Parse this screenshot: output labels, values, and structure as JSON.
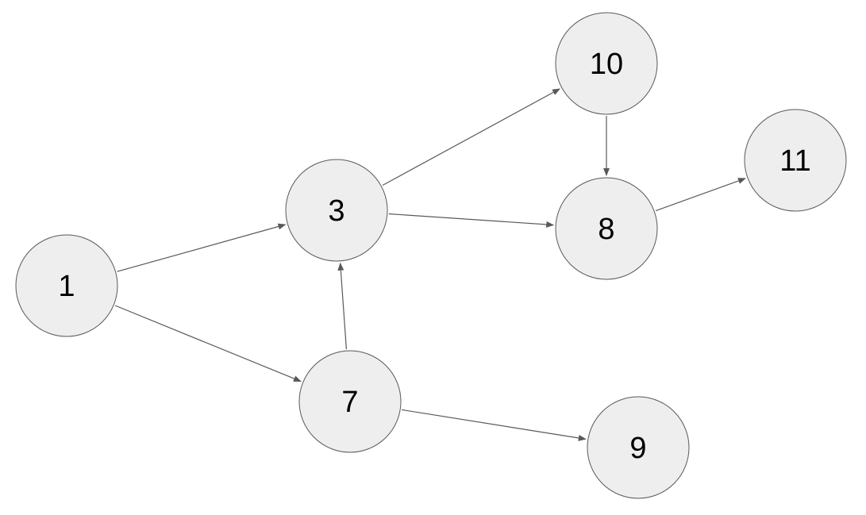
{
  "diagram": {
    "type": "directed-graph",
    "colors": {
      "node_fill": "#eeeeee",
      "node_stroke": "#595959",
      "edge": "#595959",
      "label": "#000000"
    },
    "nodes": [
      {
        "id": "1",
        "label": "1"
      },
      {
        "id": "3",
        "label": "3"
      },
      {
        "id": "7",
        "label": "7"
      },
      {
        "id": "10",
        "label": "10"
      },
      {
        "id": "8",
        "label": "8"
      },
      {
        "id": "11",
        "label": "11"
      },
      {
        "id": "9",
        "label": "9"
      }
    ],
    "edges": [
      {
        "from": "1",
        "to": "3"
      },
      {
        "from": "1",
        "to": "7"
      },
      {
        "from": "7",
        "to": "3"
      },
      {
        "from": "3",
        "to": "10"
      },
      {
        "from": "3",
        "to": "8"
      },
      {
        "from": "10",
        "to": "8"
      },
      {
        "from": "8",
        "to": "11"
      },
      {
        "from": "7",
        "to": "9"
      }
    ]
  }
}
